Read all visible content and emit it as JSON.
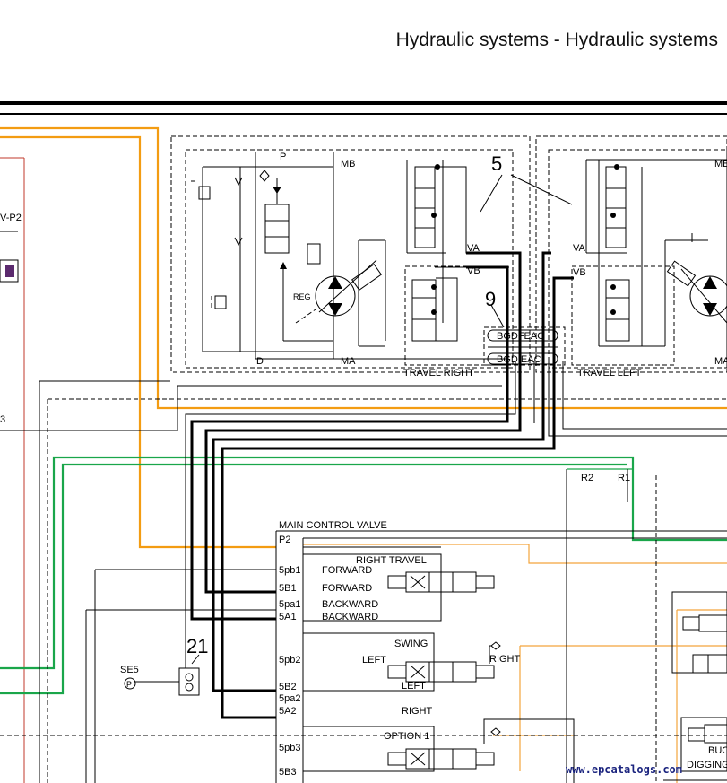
{
  "header": {
    "title": "Hydraulic systems - Hydraulic systems"
  },
  "watermark": "www.epcatalogs.com",
  "labels": {
    "num_5": "5",
    "num_9": "9",
    "num_21": "21",
    "p": "P",
    "mb_right": "MB",
    "mb_left": "MB",
    "va_right": "VA",
    "va_left": "VA",
    "vb_right": "VB",
    "vb_left": "VB",
    "ma_right": "MA",
    "ma_left": "MA",
    "d": "D",
    "reg": "REG",
    "travel_right": "TRAVEL RIGHT",
    "travel_left": "TRAVEL LEFT",
    "swivel_top": "BGDFEAC",
    "swivel_bottom": "BGD  EAC",
    "v_p2": "V-P2",
    "num_3": "3",
    "r2": "R2",
    "r1": "R1",
    "main_control_valve": "MAIN CONTROL VALVE",
    "p2": "P2",
    "right_travel": "RIGHT TRAVEL",
    "port_5pb1": "5pb1",
    "port_5b1": "5B1",
    "port_5pa1": "5pa1",
    "port_5a1": "5A1",
    "forward_1": "FORWARD",
    "forward_2": "FORWARD",
    "backward_1": "BACKWARD",
    "backward_2": "BACKWARD",
    "swing": "SWING",
    "port_5pb2": "5pb2",
    "left_1": "LEFT",
    "left_2": "LEFT",
    "right_1": "RIGHT",
    "right_2": "RIGHT",
    "port_5b2": "5B2",
    "port_5pa2": "5pa2",
    "port_5a2": "5A2",
    "se5": "SE5",
    "p_circle": "P",
    "option_1": "OPTION 1",
    "port_5pb3": "5pb3",
    "port_5b3": "5B3",
    "buc": "BUC",
    "digging": "DIGGING"
  }
}
